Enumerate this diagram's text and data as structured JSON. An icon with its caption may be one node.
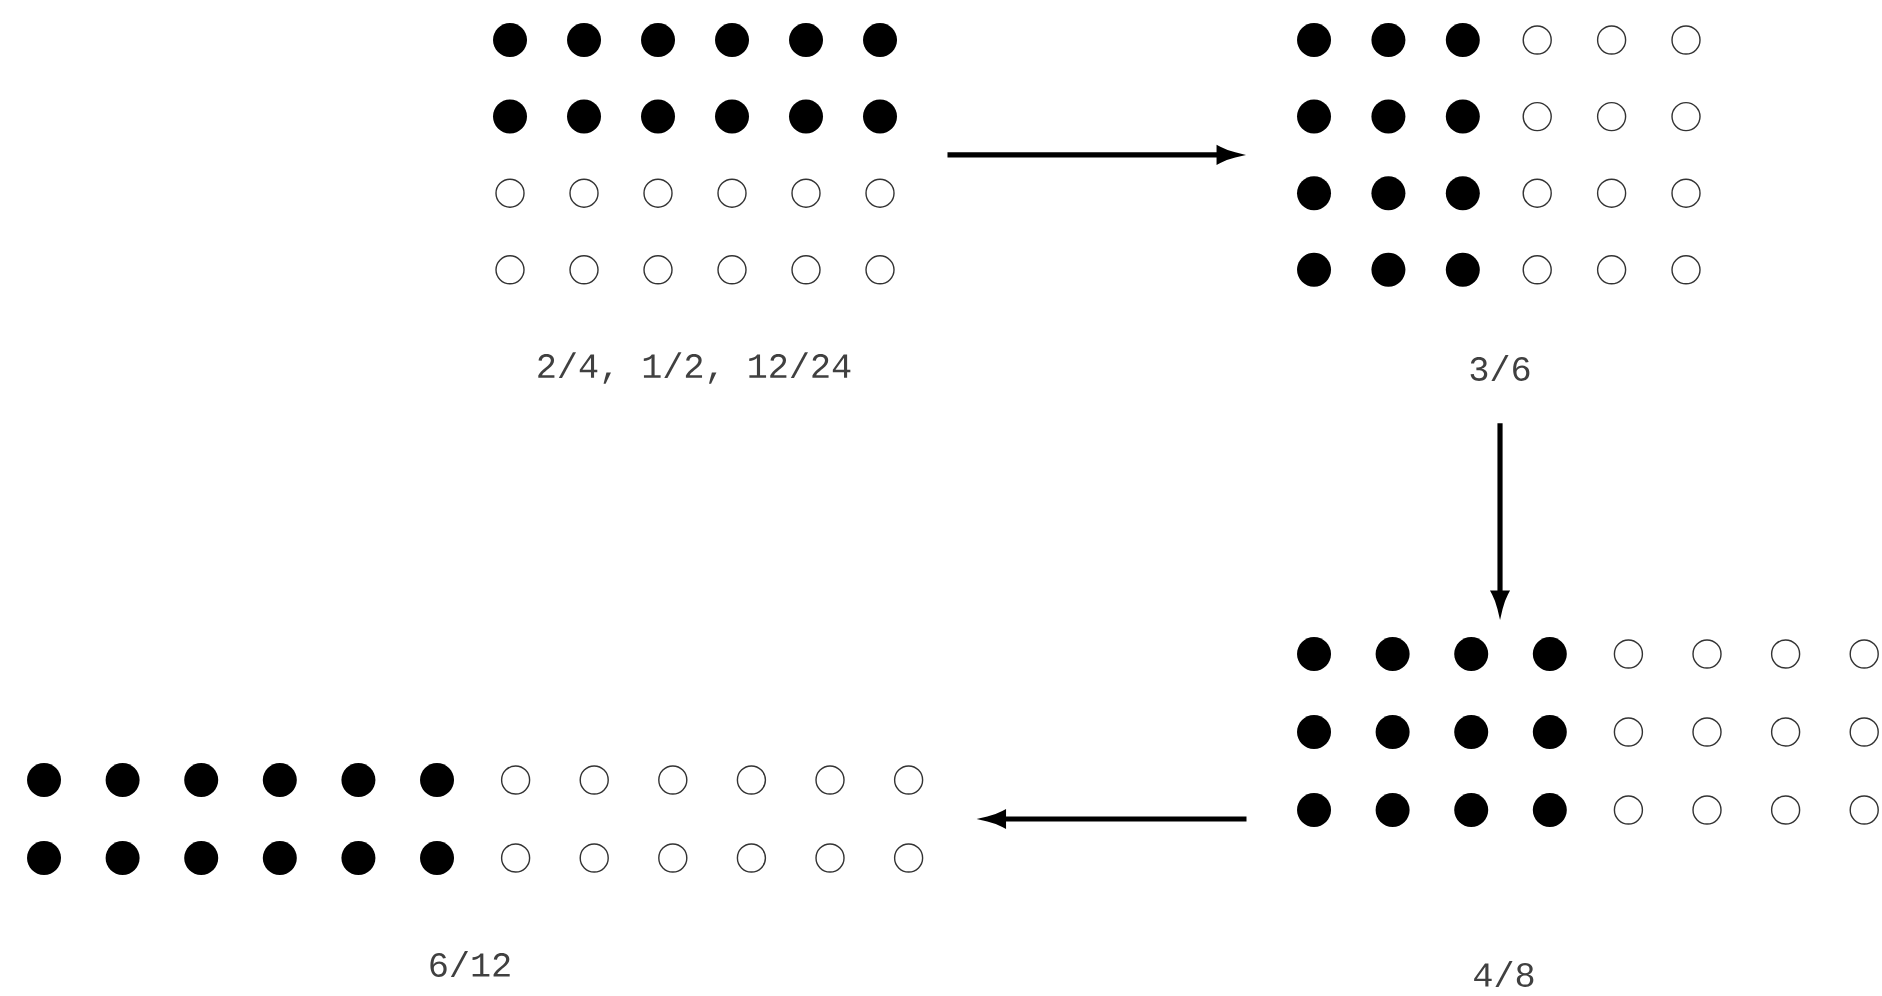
{
  "diagram": {
    "nodes": [
      {
        "text": [],
        "shape": "picture",
        "beside": [
          "2/4, 1/2, 12/24"
        ]
      },
      {
        "text": [],
        "shape": "picture",
        "beside": [
          "3/6"
        ]
      },
      {
        "text": [],
        "shape": "picture",
        "beside": [
          "6/12"
        ]
      },
      {
        "text": [],
        "shape": "picture",
        "beside": [
          "4/8"
        ]
      }
    ],
    "edges": [
      {
        "from": 0,
        "to": 1,
        "arrow": "to"
      },
      {
        "from": 1,
        "to": 3,
        "arrow": "to"
      },
      {
        "from": 3,
        "to": 2,
        "arrow": "to"
      }
    ]
  }
}
